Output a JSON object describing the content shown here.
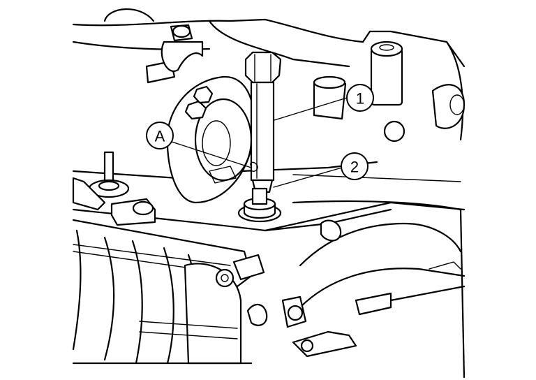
{
  "callouts": {
    "one": "1",
    "two": "2",
    "a": "A"
  },
  "colors": {
    "line": "#000000",
    "background": "#ffffff"
  }
}
